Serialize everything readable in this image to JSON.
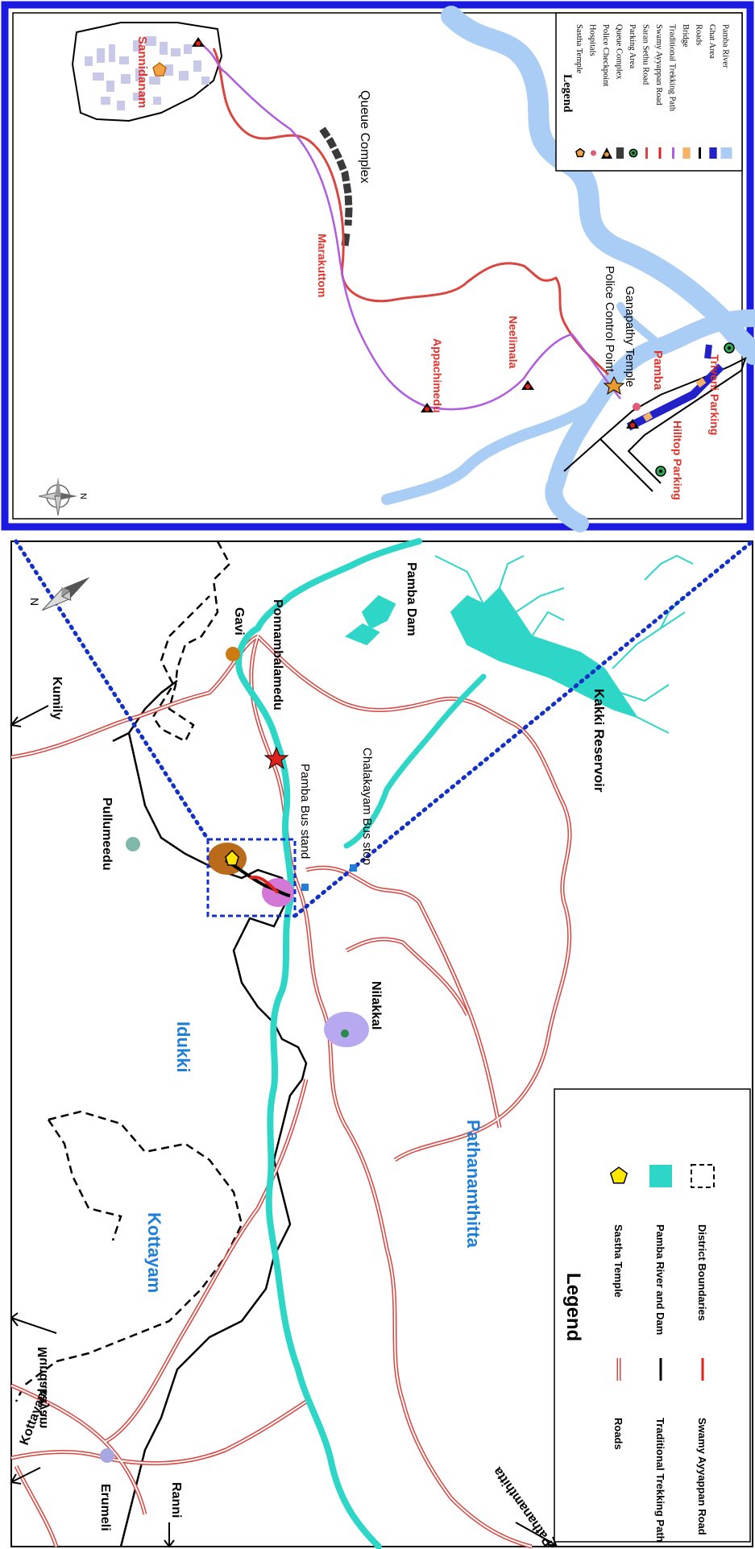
{
  "overview_map": {
    "places": {
      "kumily": "Kumily",
      "gavi": "Gavi",
      "pamba_dam": "Pamba Dam",
      "ponnambalamedu": "Ponnambalamedu",
      "pullumeedu": "Pullumeedu",
      "pamba_bus_stand": "Pamba Bus stand",
      "chalakayam_bus_stop": "Chalakayam Bus stop",
      "kakki_reservoir": "Kakki Reservoir",
      "idukki": "Idukki",
      "nilakkal": "Nilakkal",
      "pathanamthitta_district": "Pathanamthitta",
      "kottayam_district": "Kottayam",
      "mundakayam": "Mundakayam",
      "kottayam_road": "Kottayam",
      "erumeli": "Erumeli",
      "ranni": "Ranni",
      "pathanamthitta_road": "Pathanamthitta"
    },
    "legend": {
      "title": "Legend",
      "items": [
        {
          "label": "Roads",
          "symbol": "double-line",
          "color": "#d9453f"
        },
        {
          "label": "Traditional Trekking Path",
          "symbol": "line",
          "color": "#000000"
        },
        {
          "label": "Swamy Ayyappan Road",
          "symbol": "line",
          "color": "#e0201a"
        },
        {
          "label": "Sastha Temple",
          "symbol": "pentagon",
          "color": "#ffe600"
        },
        {
          "label": "Pamba River and Dam",
          "symbol": "fill",
          "color": "#2ed6c8"
        },
        {
          "label": "District Boundaries",
          "symbol": "dashed-box",
          "color": "#000000"
        }
      ]
    },
    "colors": {
      "district_label": "#1f7fd8",
      "road": "#d9453f",
      "river": "#2ed6c8",
      "inset_link": "#1330c8"
    }
  },
  "inset_map": {
    "places": {
      "sannidanam": "Sannidanam",
      "queue_complex": "Queue Complex",
      "marakuttom": "Marakuttom",
      "appachimedu": "Appachimedu",
      "neelimala": "Neelimala",
      "police_control_point": "Police Control Point",
      "ganapathy_temple": "Ganapathy Temple",
      "pamba": "Pamba",
      "hilltop_parking": "Hilltop Parking",
      "triveni_parking": "Triveni Parking"
    },
    "legend": {
      "title": "Legend",
      "items": [
        {
          "label": "Sastha Temple",
          "symbol": "pentagon",
          "color": "#f5a340"
        },
        {
          "label": "Hospitals",
          "symbol": "dot",
          "color": "#e05a7a"
        },
        {
          "label": "Police Checkpoint",
          "symbol": "star-triangle",
          "color": "#e89a2a"
        },
        {
          "label": "Queue Complex",
          "symbol": "bar",
          "color": "#3a3a3a"
        },
        {
          "label": "Parking Area",
          "symbol": "ring",
          "color": "#2fa84f"
        },
        {
          "label": "Saran Sethu Road",
          "symbol": "line",
          "color": "#d9453f"
        },
        {
          "label": "Swamy Ayyappan Road",
          "symbol": "line",
          "color": "#e0201a"
        },
        {
          "label": "Traditional Trekking Path",
          "symbol": "line",
          "color": "#b05ce0"
        },
        {
          "label": "Bridge",
          "symbol": "box",
          "color": "#f7b26a"
        },
        {
          "label": "Roads",
          "symbol": "line",
          "color": "#000000"
        },
        {
          "label": "Ghat Area",
          "symbol": "box",
          "color": "#2222c8"
        },
        {
          "label": "Pamba River",
          "symbol": "fill",
          "color": "#a9cdf5"
        }
      ]
    },
    "colors": {
      "place_label": "#e0332c",
      "frame": "#1a1ae0",
      "river": "#a9cdf5",
      "trek": "#b05ce0",
      "road": "#d9453f"
    }
  },
  "north_arrow": {
    "letter": "N"
  }
}
